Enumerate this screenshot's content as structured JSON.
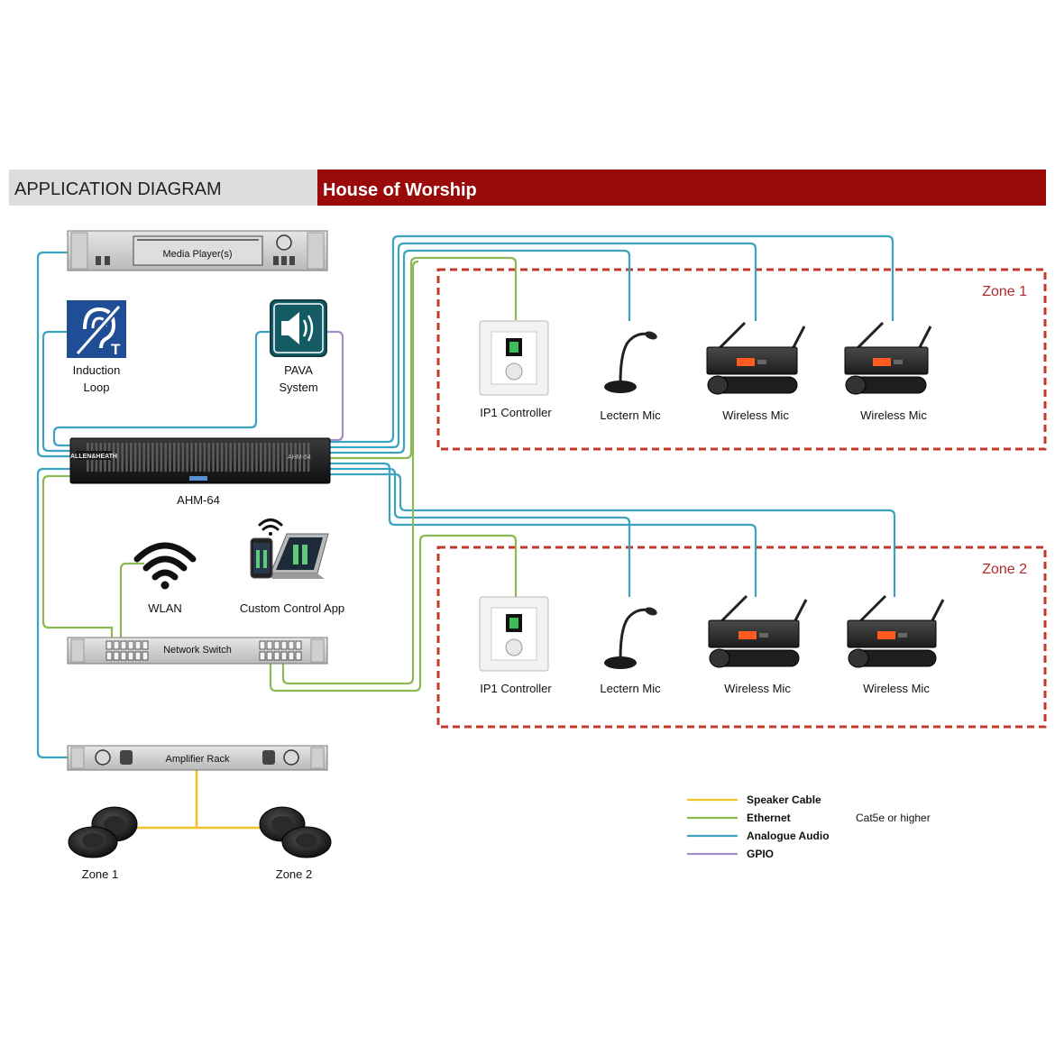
{
  "header": {
    "left_title": "APPLICATION DIAGRAM",
    "right_title": "House of Worship"
  },
  "devices": {
    "media_player": "Media Player(s)",
    "induction_loop_line1": "Induction",
    "induction_loop_line2": "Loop",
    "pava_line1": "PAVA",
    "pava_line2": "System",
    "mixer_brand": "ALLEN&HEATH",
    "mixer_model_badge": "AHM-64",
    "mixer": "AHM-64",
    "wlan": "WLAN",
    "control_app": "Custom Control App",
    "network_switch": "Network Switch",
    "amplifier_rack": "Amplifier Rack",
    "speaker_zone1": "Zone 1",
    "speaker_zone2": "Zone 2"
  },
  "zones": [
    {
      "label": "Zone 1",
      "ip1": "IP1 Controller",
      "lectern": "Lectern Mic",
      "wireless_a": "Wireless Mic",
      "wireless_b": "Wireless Mic"
    },
    {
      "label": "Zone 2",
      "ip1": "IP1 Controller",
      "lectern": "Lectern Mic",
      "wireless_a": "Wireless Mic",
      "wireless_b": "Wireless Mic"
    }
  ],
  "legend": {
    "items": [
      {
        "label": "Speaker Cable",
        "color": "#f2c12a"
      },
      {
        "label": "Ethernet",
        "color": "#8db954"
      },
      {
        "label": "Analogue Audio",
        "color": "#3aa3c2"
      },
      {
        "label": "GPIO",
        "color": "#a58fc9"
      }
    ],
    "ethernet_note": "Cat5e or higher"
  },
  "colors": {
    "header_red": "#9b0a0a",
    "header_grey": "#dcdcdc",
    "zone_border": "#c0392b",
    "induction_blue": "#1f4e96",
    "pava_teal": "#135c66"
  }
}
